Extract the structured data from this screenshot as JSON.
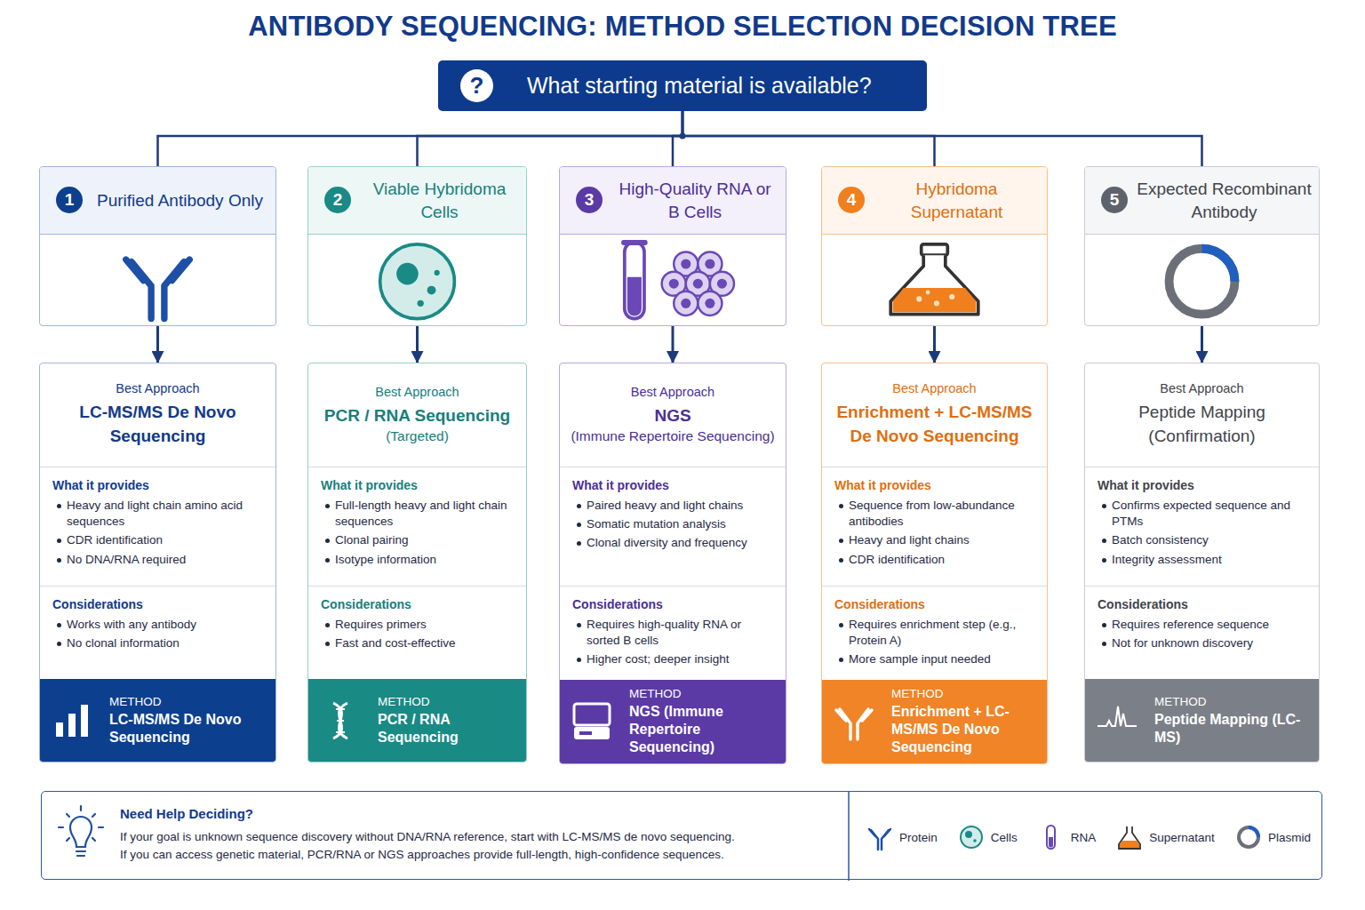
{
  "diagram": {
    "title": "ANTIBODY SEQUENCING: METHOD SELECTION DECISION TREE",
    "nodes": [
      {
        "text": [
          "What starting material is available?"
        ]
      },
      {
        "text": [
          "?"
        ],
        "in": 0
      },
      {
        "text": [
          "Purified Antibody Only"
        ]
      },
      {
        "text": [
          "1"
        ],
        "in": 2
      },
      {
        "text": [
          "Best Approach",
          "LC-MS/MS De Novo Sequencing",
          "What it provides",
          "Heavy and light chain amino acid sequences",
          "CDR identification",
          "No DNA/RNA required",
          "Considerations",
          "Works with any antibody",
          "No clonal information"
        ]
      },
      {
        "text": [
          "METHOD",
          "LC-MS/MS De Novo Sequencing"
        ],
        "in": 4
      },
      {
        "text": [
          "Viable Hybridoma Cells"
        ]
      },
      {
        "text": [
          "2"
        ],
        "in": 6
      },
      {
        "text": [
          "Best Approach",
          "PCR / RNA Sequencing",
          "(Targeted)",
          "What it provides",
          "Full-length heavy and light chain sequences",
          "Clonal pairing",
          "Isotype information",
          "Considerations",
          "Requires primers",
          "Fast and cost-effective"
        ]
      },
      {
        "text": [
          "METHOD",
          "PCR / RNA Sequencing"
        ],
        "in": 8
      },
      {
        "text": [
          "High-Quality RNA or B Cells"
        ]
      },
      {
        "text": [
          "3"
        ],
        "in": 10
      },
      {
        "text": [
          "Best Approach",
          "NGS",
          "(Immune Repertoire Sequencing)",
          "What it provides",
          "Paired heavy and light chains",
          "Somatic mutation analysis",
          "Clonal diversity and frequency",
          "Considerations",
          "Requires high-quality RNA or sorted B cells",
          "Higher cost; deeper insight"
        ]
      },
      {
        "text": [
          "METHOD",
          "NGS (Immune Repertoire Sequencing)"
        ],
        "in": 12
      },
      {
        "text": [
          "Hybridoma Supernatant"
        ]
      },
      {
        "text": [
          "4"
        ],
        "in": 14
      },
      {
        "text": [
          "Best Approach",
          "Enrichment + LC-MS/MS De Novo Sequencing",
          "What it provides",
          "Sequence from low-abundance antibodies",
          "Heavy and light chains",
          "CDR identification",
          "Considerations",
          "Requires enrichment step (e.g., Protein A)",
          "More sample input needed"
        ]
      },
      {
        "text": [
          "METHOD",
          "Enrichment + LC-MS/MS De Novo Sequencing"
        ],
        "in": 16
      },
      {
        "text": [
          "Expected Recombinant Antibody"
        ]
      },
      {
        "text": [
          "5"
        ],
        "in": 18
      },
      {
        "text": [
          "Best Approach",
          "Peptide Mapping (Confirmation)",
          "What it provides",
          "Confirms expected sequence and PTMs",
          "Batch consistency",
          "Integrity assessment",
          "Considerations",
          "Requires reference sequence",
          "Not for unknown discovery"
        ]
      },
      {
        "text": [
          "METHOD",
          "Peptide Mapping (LC-MS)"
        ],
        "in": 20
      },
      {
        "text": [
          "Need Help Deciding?",
          "If your goal is unknown sequence discovery without DNA/RNA reference, start with LC-MS/MS de novo sequencing.",
          "If you can access genetic material, PCR/RNA or NGS approaches provide full-length, high-confidence sequences."
        ]
      }
    ],
    "edges": [
      {
        "from": 0,
        "to": 2,
        "arrow": "none"
      },
      {
        "from": 0,
        "to": 6,
        "arrow": "none"
      },
      {
        "from": 0,
        "to": 10,
        "arrow": "none"
      },
      {
        "from": 0,
        "to": 14,
        "arrow": "none"
      },
      {
        "from": 0,
        "to": 18,
        "arrow": "none"
      },
      {
        "from": 2,
        "to": 4,
        "arrow": "to"
      },
      {
        "from": 6,
        "to": 8,
        "arrow": "to"
      },
      {
        "from": 10,
        "to": 12,
        "arrow": "to"
      },
      {
        "from": 14,
        "to": 16,
        "arrow": "to"
      },
      {
        "from": 18,
        "to": 20,
        "arrow": "to"
      }
    ],
    "legend": [
      {
        "text": "Protein"
      },
      {
        "text": "Cells"
      },
      {
        "text": "RNA"
      },
      {
        "text": "Supernatant"
      },
      {
        "text": "Plasmid"
      }
    ]
  }
}
